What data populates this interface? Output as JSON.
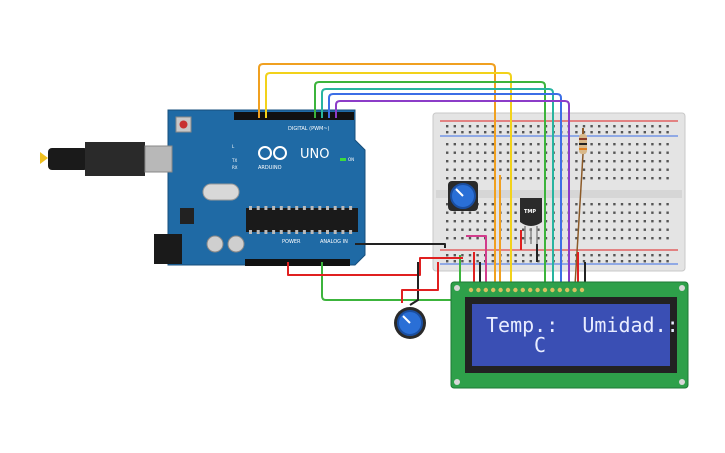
{
  "arduino": {
    "model_label": "UNO",
    "brand_label": "ARDUINO",
    "digital_label": "DIGITAL (PWM~)",
    "power_label": "POWER",
    "analog_label": "ANALOG IN",
    "on_label": "ON",
    "tx_label": "TX",
    "rx_label": "RX",
    "l_label": "L"
  },
  "sensor": {
    "label": "TMP"
  },
  "lcd": {
    "line1": "Temp.:  Umidad.:",
    "line2": "C"
  },
  "wire_colors": {
    "orange": "#f0a020",
    "yellow": "#f2d21a",
    "green": "#3cb43c",
    "teal": "#28b4a0",
    "blue": "#3c6ee6",
    "purple": "#8c3cc8",
    "red": "#e02020",
    "black": "#222222",
    "magenta": "#d23c8c",
    "brown": "#8c5a28"
  },
  "board_color": "#1f6aa5",
  "lcd_bg": "#3a4fb4",
  "lcd_pcb": "#2ea04a"
}
